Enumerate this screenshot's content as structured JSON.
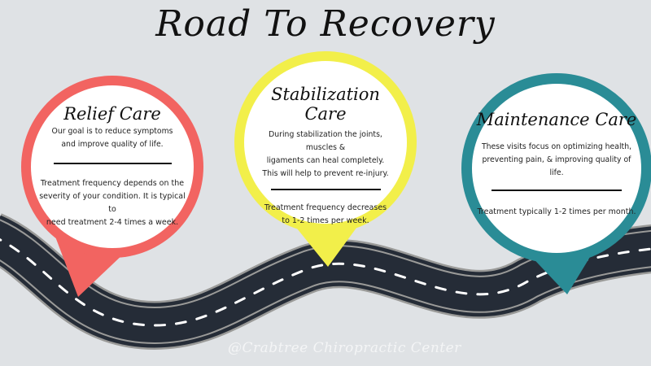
{
  "title": "Road To Recovery",
  "colors": {
    "background": "#dfe2e5",
    "relief": "#f26461",
    "stabilization": "#f2ef4a",
    "maintenance": "#2a8c96",
    "road": "#252c37",
    "road_edge": "#9a9a98",
    "road_dash": "#ffffff"
  },
  "stages": [
    {
      "key": "relief",
      "heading": "Relief Care",
      "description": [
        "Our goal is to reduce symptoms",
        "and improve quality of life."
      ],
      "frequency": [
        "Treatment frequency depends on the",
        "severity of your condition. It is typical to",
        "need treatment  2-4 times a week."
      ],
      "icon": "map-pin-icon"
    },
    {
      "key": "stabilization",
      "heading": "Stabilization Care",
      "description": [
        "During stabilization the joints, muscles &",
        "ligaments can heal completely.",
        "This will help to prevent re-injury."
      ],
      "frequency": [
        "Treatment frequency decreases",
        "to 1-2 times per week."
      ],
      "icon": "map-pin-icon"
    },
    {
      "key": "maintenance",
      "heading": "Maintenance Care",
      "description": [
        "These visits  focus on optimizing health,",
        "preventing pain, & improving quality of life."
      ],
      "frequency": [
        "Treatment typically 1-2 times per month."
      ],
      "icon": "map-pin-icon"
    }
  ],
  "credit": "@Crabtree Chiropractic Center"
}
